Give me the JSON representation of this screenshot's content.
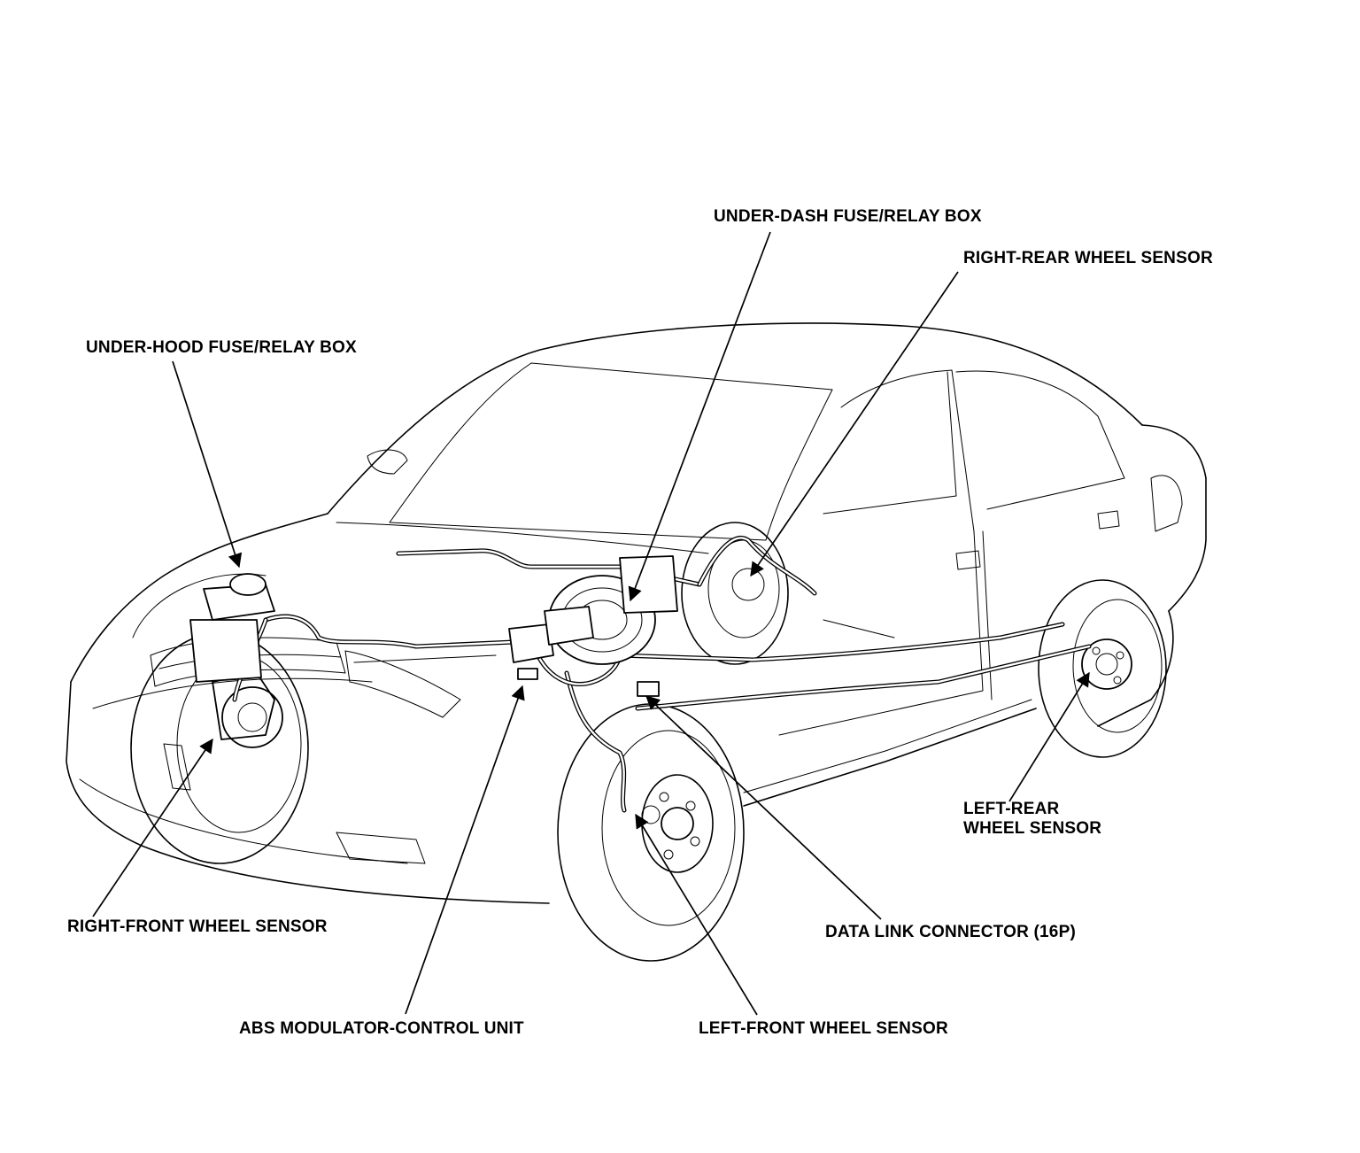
{
  "labels": {
    "under_dash_fuse_relay_box": "UNDER-DASH FUSE/RELAY BOX",
    "right_rear_wheel_sensor": "RIGHT-REAR WHEEL SENSOR",
    "under_hood_fuse_relay_box": "UNDER-HOOD FUSE/RELAY BOX",
    "left_rear_wheel_sensor_line1": "LEFT-REAR",
    "left_rear_wheel_sensor_line2": "WHEEL SENSOR",
    "right_front_wheel_sensor": "RIGHT-FRONT WHEEL SENSOR",
    "data_link_connector": "DATA LINK CONNECTOR (16P)",
    "abs_modulator_control_unit": "ABS MODULATOR-CONTROL UNIT",
    "left_front_wheel_sensor": "LEFT-FRONT WHEEL SENSOR"
  },
  "colors": {
    "ink": "#000000",
    "paper": "#ffffff"
  }
}
